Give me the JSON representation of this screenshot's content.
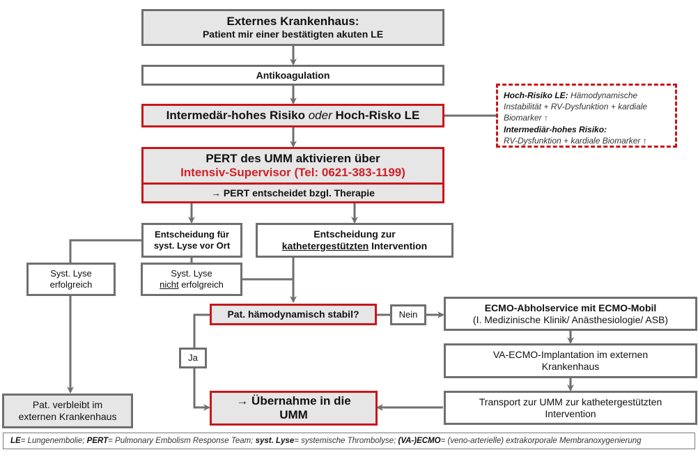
{
  "boxes": {
    "external_hospital": {
      "title": "Externes Krankenhaus:",
      "subtitle": "Patient mir einer bestätigten akuten LE"
    },
    "anticoagulation": {
      "label": "Antikoagulation"
    },
    "risk": {
      "part1": "Intermedär-hohes Risiko ",
      "part2": "oder",
      "part3": " Hoch-Risko LE"
    },
    "pert": {
      "line1": "PERT des UMM aktivieren über",
      "line2": "Intensiv-Supervisor (Tel: 0621-383-1199)",
      "line3": "→ PERT entscheidet bzgl. Therapie"
    },
    "decision_lysis": {
      "line1": "Entscheidung für",
      "line2": "syst. Lyse vor Ort"
    },
    "decision_catheter": {
      "line1": "Entscheidung zur",
      "line2_underlined": "kathetergestützten",
      "line2_rest": " Intervention"
    },
    "lysis_success": {
      "line1": "Syst. Lyse",
      "line2": "erfolgreich"
    },
    "lysis_fail": {
      "line1": "Syst. Lyse",
      "line2_underlined": "nicht",
      "line2_rest": " erfolgreich"
    },
    "stable_question": {
      "label": "Pat. hämodynamisch stabil?"
    },
    "no_label": {
      "label": "Nein"
    },
    "yes_label": {
      "label": "Ja"
    },
    "ecmo_pickup": {
      "line1": "ECMO-Abholservice mit ECMO-Mobil",
      "line2": "(I. Medizinische Klinik/ Anästhesiologie/ ASB)"
    },
    "va_ecmo": {
      "line1": "VA-ECMO-Implantation  im externen",
      "line2": "Krankenhaus"
    },
    "transport": {
      "line1": "Transport zur UMM zur kathetergestützten",
      "line2": "Intervention"
    },
    "stays_external": {
      "line1": "Pat. verbleibt im",
      "line2": "externen  Krankenhaus"
    },
    "takeover": {
      "line1": "→ Übernahme in die",
      "line2": "UMM"
    }
  },
  "risk_note": {
    "high_label": "Hoch-Risiko  LE:",
    "high_text": " Hämodynamische Instabilität + RV-Dysfunktion  + kardiale Biomarker ↑",
    "intermediate_label": "Intermediär-hohes  Risiko:",
    "intermediate_text": "RV-Dysfunktion  + kardiale  Biomarker ↑"
  },
  "footer": {
    "le_abbr": "LE",
    "le_def": "= Lungenembolie; ",
    "pert_abbr": "PERT",
    "pert_def": "= Pulmonary Embolism Response Team; ",
    "lyse_abbr": "syst. Lyse",
    "lyse_def": "= systemische Thrombolyse; ",
    "ecmo_abbr": "(VA-)ECMO",
    "ecmo_def": "= (veno-arterielle) extrakorporale Membranoxygenierung"
  },
  "colors": {
    "accent_red": "#c8161d",
    "border_gray": "#6f6f6f",
    "box_fill": "#e6e6e6"
  }
}
